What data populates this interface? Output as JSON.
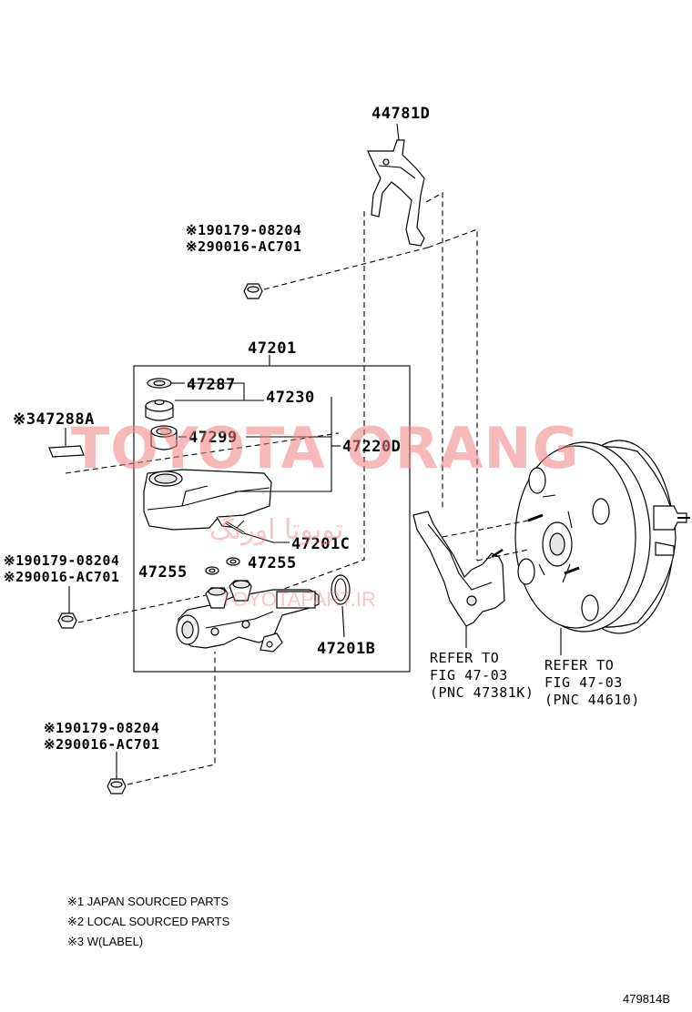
{
  "labels": {
    "bracket": "44781D",
    "bolt_top_1": "※190179-08204",
    "bolt_top_2": "※290016-AC701",
    "master_cyl": "47201",
    "cap": "47287",
    "cap_assy": "47230",
    "label_part": "※347288A",
    "strainer": "47299",
    "reservoir": "47220D",
    "pin": "47201C",
    "grommet_left": "47255",
    "grommet_right": "47255",
    "bolt_left_1": "※190179-08204",
    "bolt_left_2": "※290016-AC701",
    "oring": "47201B",
    "bolt_bottom_1": "※190179-08204",
    "bolt_bottom_2": "※290016-AC701"
  },
  "refs": {
    "bracket_ref": [
      "REFER TO",
      "FIG 47-03",
      "(PNC 47381K)"
    ],
    "booster_ref": [
      "REFER TO",
      "FIG 47-03",
      "(PNC 44610)"
    ]
  },
  "notes": [
    "※1 JAPAN SOURCED PARTS",
    "※2 LOCAL SOURCED PARTS",
    "※3 W(LABEL)"
  ],
  "figure_number": "479814B",
  "watermark": {
    "brand": "TOYOTA ORANG",
    "persian": "تويوتا اورنگ",
    "url": "TOYOTAPART.IR"
  }
}
